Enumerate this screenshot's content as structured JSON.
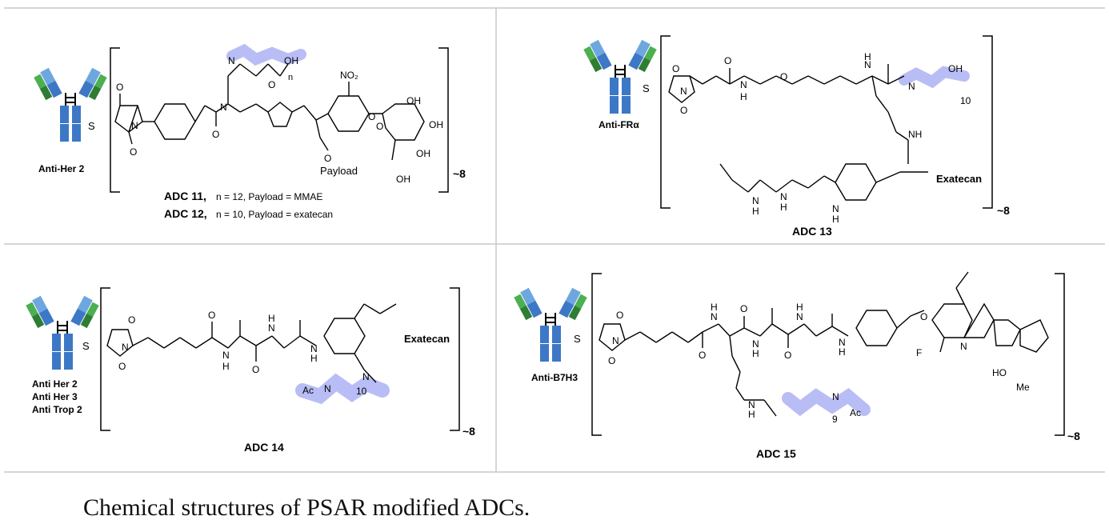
{
  "caption": "Chemical structures of PSAR modified ADCs.",
  "colors": {
    "grid": "#c8c8c8",
    "psar_highlight": "#b9bdf5",
    "antibody_blue": "#3d78c6",
    "antibody_light_blue": "#6ea7e0",
    "antibody_green": "#4caf50",
    "antibody_dark_green": "#2e7d32"
  },
  "panels": [
    {
      "antibody": "Anti-Her 2",
      "compound_lines": [
        {
          "name": "ADC 11,",
          "detail": "n = 12, Payload = MMAE"
        },
        {
          "name": "ADC 12,",
          "detail": "n = 10, Payload = exatecan"
        }
      ],
      "dar": "~8",
      "labels": {
        "oh": "OH",
        "n": "n",
        "no2": "NO₂",
        "oh2": "OH",
        "oh3": "OH",
        "oh4": "OH",
        "oh5": "OH",
        "payload": "Payload",
        "s": "S",
        "o1": "O",
        "o2": "O",
        "o3": "O",
        "n1": "N",
        "n2": "N",
        "n3": "N",
        "o4": "O",
        "o5": "O",
        "o6": "O",
        "o7": "O"
      }
    },
    {
      "antibody": "Anti-FRα",
      "compound": "ADC 13",
      "dar": "~8",
      "labels": {
        "oh": "OH",
        "n": "10",
        "payload": "Exatecan",
        "s": "S",
        "h1": "H",
        "h2": "H",
        "nh": "NH",
        "h3": "H",
        "h4": "H",
        "h5": "H",
        "o1": "O",
        "o2": "O",
        "o3": "O",
        "o4": "O",
        "n1": "N",
        "n2": "N",
        "n3": "N",
        "n4": "N",
        "n5": "N",
        "n6": "N",
        "n7": "N"
      }
    },
    {
      "antibodies": [
        "Anti Her 2",
        "Anti Her 3",
        "Anti Trop 2"
      ],
      "compound": "ADC 14",
      "dar": "~8",
      "labels": {
        "payload": "Exatecan",
        "n": "10",
        "ac": "Ac",
        "s": "S",
        "h1": "H",
        "h2": "H",
        "h3": "H",
        "o1": "O",
        "o2": "O",
        "o3": "O",
        "o4": "O",
        "n1": "N",
        "n2": "N",
        "n3": "N",
        "n4": "N",
        "n5": "N",
        "n6": "N"
      }
    },
    {
      "antibody": "Anti-B7H3",
      "compound": "ADC 15",
      "dar": "~8",
      "labels": {
        "n": "9",
        "ac": "Ac",
        "f": "F",
        "me": "Me",
        "ho": "HO",
        "s": "S",
        "h1": "H",
        "h2": "H",
        "h3": "H",
        "h4": "H",
        "h5": "H",
        "o1": "O",
        "o2": "O",
        "o3": "O",
        "o4": "O",
        "o5": "O",
        "o6": "O",
        "n1": "N",
        "n2": "N",
        "n3": "N",
        "n4": "N",
        "n5": "N",
        "n6": "N",
        "n7": "N",
        "n8": "N"
      }
    }
  ]
}
